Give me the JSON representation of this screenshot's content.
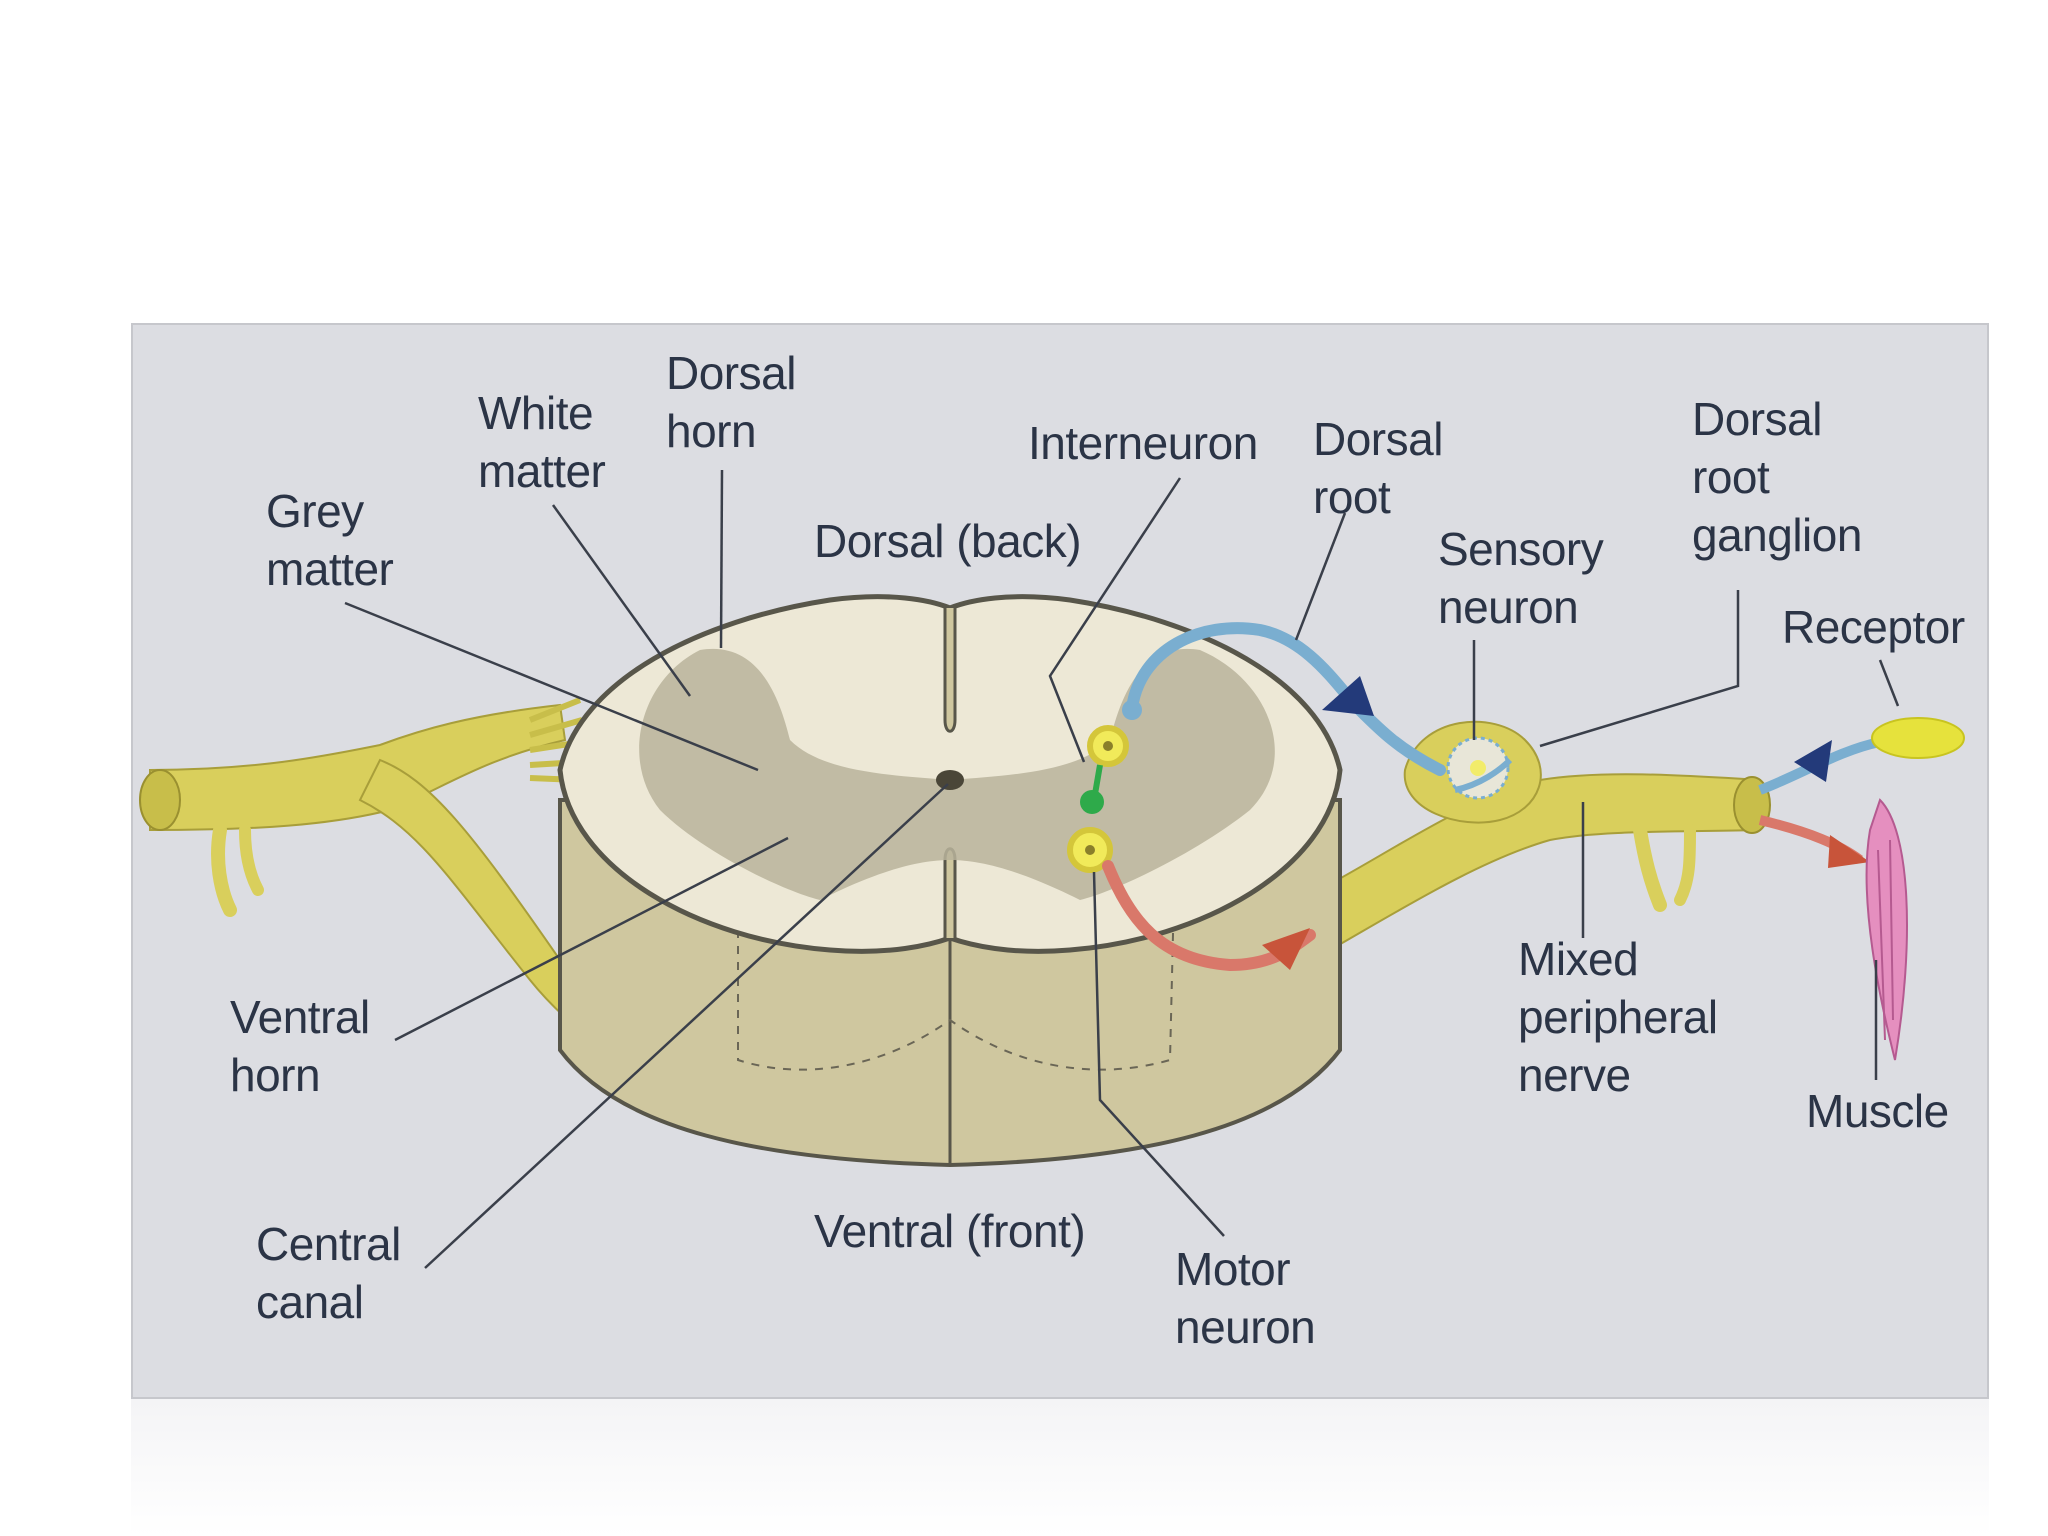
{
  "labels": {
    "grey_matter": "Grey\nmatter",
    "white_matter": "White\nmatter",
    "dorsal_horn": "Dorsal\nhorn",
    "interneuron": "Interneuron",
    "dorsal_root": "Dorsal\nroot",
    "dorsal_back": "Dorsal (back)",
    "sensory_neuron": "Sensory\nneuron",
    "dorsal_root_ganglion": "Dorsal\nroot\nganglion",
    "receptor": "Receptor",
    "ventral_horn": "Ventral\nhorn",
    "central_canal": "Central\ncanal",
    "ventral_front": "Ventral (front)",
    "motor_neuron": "Motor\nneuron",
    "mixed_peripheral_nerve": "Mixed\nperipheral\nnerve",
    "muscle": "Muscle"
  },
  "colors": {
    "panel_bg": "#dcdde2",
    "cord_top": "#ede8d6",
    "cord_side": "#cfc79f",
    "grey_matter": "#b9b39b",
    "nerve": "#d9cf5c",
    "sensory_path": "#7aaed0",
    "motor_path": "#d9786a",
    "interneuron": "#2eaa4a",
    "muscle": "#e58fbf",
    "receptor": "#e6e23c",
    "label_text": "#2b3446",
    "leader_line": "#3a3f4a"
  }
}
